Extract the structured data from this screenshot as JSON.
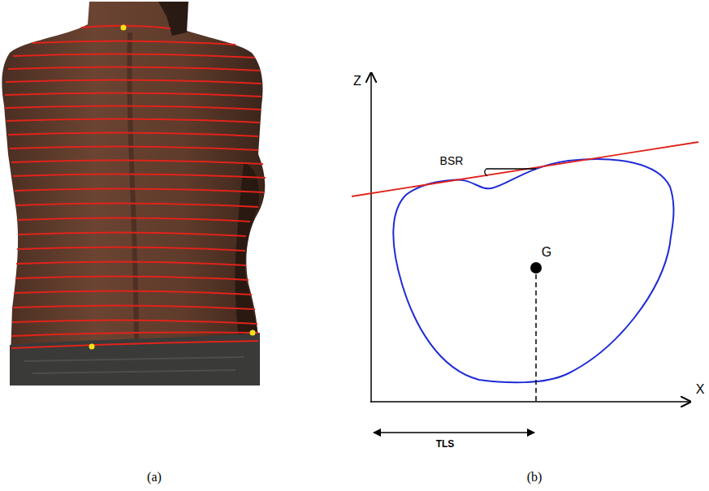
{
  "diagram": {
    "labels": [
      "Z",
      "BSR",
      "G",
      "X",
      "TLS",
      "(a)",
      "(b)"
    ]
  }
}
